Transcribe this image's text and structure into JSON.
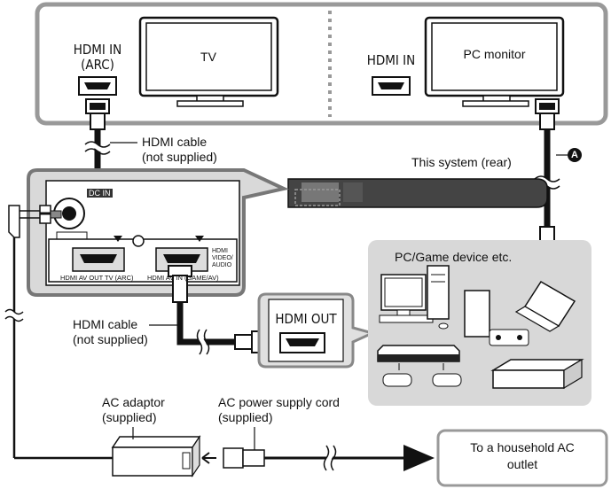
{
  "display_panel": {
    "tv_port_label_line1": "HDMI IN",
    "tv_port_label_line2": "(ARC)",
    "tv_label": "TV",
    "monitor_port_label": "HDMI IN",
    "monitor_label": "PC monitor"
  },
  "cables": {
    "hdmi_cable_top_line1": "HDMI cable",
    "hdmi_cable_top_line2": "(not supplied)",
    "hdmi_cable_bottom_line1": "HDMI cable",
    "hdmi_cable_bottom_line2": "(not supplied)",
    "cable_marker": "A"
  },
  "system": {
    "rear_label": "This system (rear)",
    "port_arc_label": "HDMI AV OUT TV (ARC)",
    "port_in_label": "HDMI AV IN (GAME/AV)",
    "hdmi_badge": "HDMI VIDEO/ AUDIO",
    "dc_label": "DC IN"
  },
  "devices": {
    "title": "PC/Game device etc.",
    "hdmi_out_label": "HDMI OUT"
  },
  "power": {
    "adaptor_line1": "AC adaptor",
    "adaptor_line2": "(supplied)",
    "cord_line1": "AC power supply cord",
    "cord_line2": "(supplied)",
    "outlet_line1": "To a household AC",
    "outlet_line2": "outlet"
  }
}
